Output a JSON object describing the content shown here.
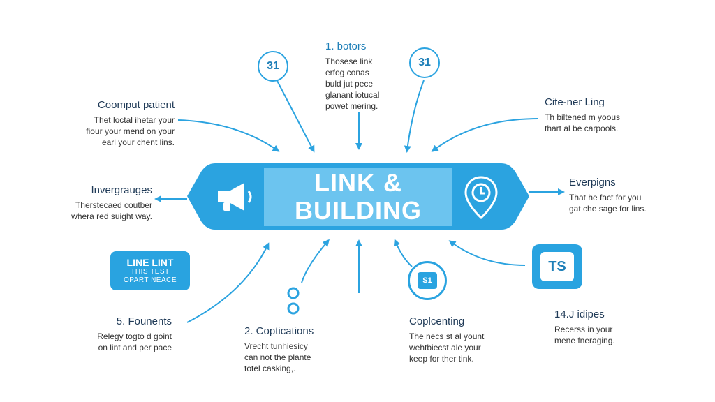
{
  "hub": {
    "line1": "LINK &",
    "line2": "BUILDING"
  },
  "badges": {
    "left": "31",
    "right": "31"
  },
  "nodes": {
    "top_center": {
      "title": "1. botors",
      "desc": [
        "Thosese link",
        "erfog conas",
        "buld jut pece",
        "glanant iotucal",
        "powet mering."
      ]
    },
    "top_left": {
      "title": "Coomput patient",
      "desc": [
        "Thet loctal ihetar your",
        "fiour your mend on your",
        "earl your chent lins."
      ]
    },
    "top_right": {
      "title": "Cite-ner Ling",
      "desc": [
        "Th biltened m yoous",
        "thart al be carpools."
      ]
    },
    "mid_left": {
      "title": "Invergrauges",
      "desc": [
        "Therstecaed coutber",
        "whera red suight way."
      ]
    },
    "mid_right": {
      "title": "Everpigns",
      "desc": [
        "That he fact for you",
        "gat che sage for lins."
      ]
    },
    "pill": {
      "line1": "LINE LINT",
      "line2": "THIS TEST",
      "line3": "OPART NEACE"
    },
    "bottom_left": {
      "title": "5. Founents",
      "desc": [
        "Relegy togto d goint",
        "on lint and per pace"
      ]
    },
    "bottom_center": {
      "title": "2. Coptications",
      "desc": [
        "Vrecht tunhiesicy",
        "can not the plante",
        "totel casking,."
      ]
    },
    "bottom_center_right": {
      "title": "Coplcenting",
      "desc": [
        "The necs st al yount",
        "wehtbiecst ale your",
        "keep for ther tink."
      ],
      "icon_label": "S1"
    },
    "bottom_right": {
      "title": "14.J idipes",
      "desc": [
        "Recerss in your",
        "mene fneraging."
      ],
      "icon_label": "TS"
    }
  },
  "colors": {
    "accent": "#29a3e0",
    "hub_light": "#6cc4ef",
    "hub_dark": "#2ba3e0",
    "title_dark": "#1f3a57",
    "title_blue": "#1e7fb8"
  }
}
